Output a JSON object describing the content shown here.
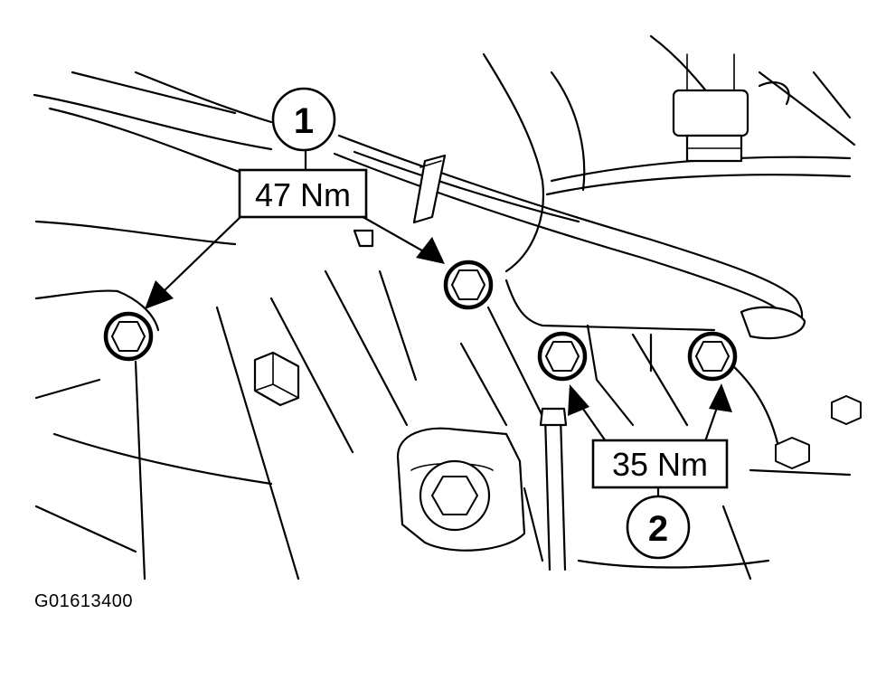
{
  "callouts": [
    {
      "number": "1",
      "torque": "47 Nm"
    },
    {
      "number": "2",
      "torque": "35 Nm"
    }
  ],
  "figure_id": "G01613400"
}
